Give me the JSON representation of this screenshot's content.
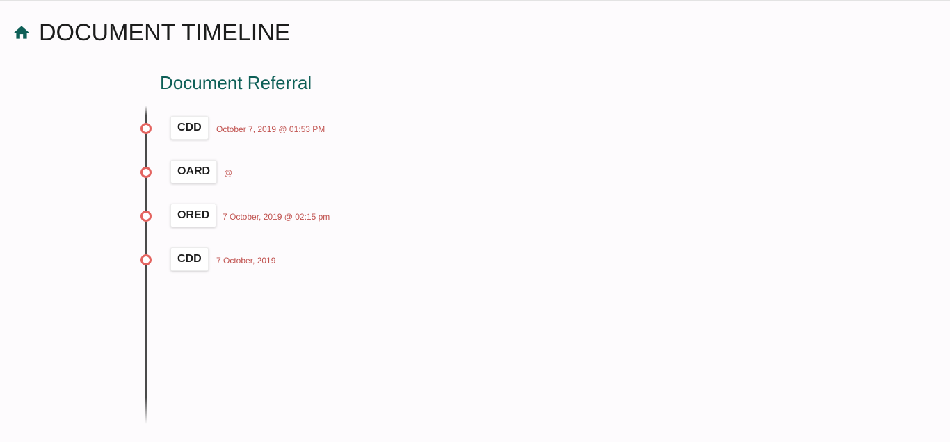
{
  "header": {
    "title": "DOCUMENT TIMELINE",
    "icon": "home-icon",
    "icon_color": "#0e5f57"
  },
  "section": {
    "title": "Document Referral"
  },
  "colors": {
    "accent": "#0e5f57",
    "timeline_dot": "#e46460",
    "date_text": "#c0504d"
  },
  "timeline": [
    {
      "code": "CDD",
      "date": "October 7, 2019 @ 01:53 PM"
    },
    {
      "code": "OARD",
      "date": "@"
    },
    {
      "code": "ORED",
      "date": "7 October, 2019 @ 02:15 pm"
    },
    {
      "code": "CDD",
      "date": "7 October, 2019"
    }
  ]
}
